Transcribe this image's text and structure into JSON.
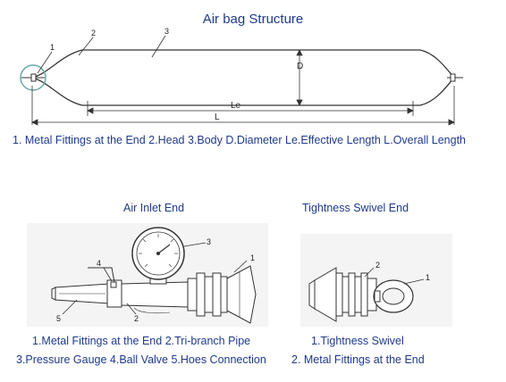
{
  "title": "Air bag Structure",
  "top_diagram": {
    "callouts": [
      "1",
      "2",
      "3"
    ],
    "dim_labels": {
      "diameter": "D",
      "effective_length": "Le",
      "overall_length": "L"
    },
    "legend": "1. Metal Fittings at the End 2.Head 3.Body D.Diameter Le.Effective Length L.Overall Length"
  },
  "inlet_end": {
    "heading": "Air Inlet End",
    "callouts": [
      "1",
      "2",
      "3",
      "4",
      "5"
    ],
    "legend_line1": "1.Metal Fittings at the End 2.Tri-branch Pipe",
    "legend_line2": "3.Pressure Gauge 4.Ball Valve 5.Hoes Connection"
  },
  "swivel_end": {
    "heading": "Tightness Swivel End",
    "callouts": [
      "1",
      "2"
    ],
    "legend_line1": "1.Tightness Swivel",
    "legend_line2": "2. Metal Fittings at the End"
  }
}
